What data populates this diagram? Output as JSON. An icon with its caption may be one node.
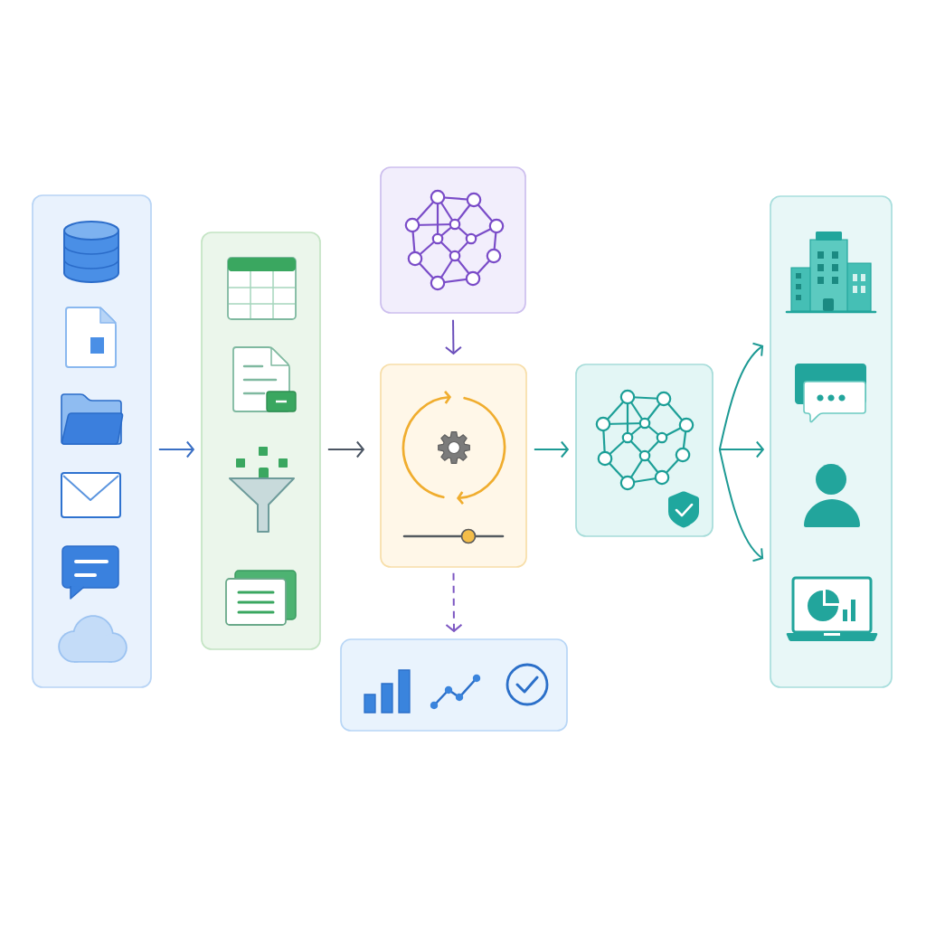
{
  "diagram": {
    "nodes": [
      {
        "text": [],
        "shape": "box"
      },
      {
        "text": [],
        "shape": "box"
      },
      {
        "text": [],
        "shape": "box"
      },
      {
        "text": [],
        "shape": "box"
      },
      {
        "text": [],
        "shape": "box"
      },
      {
        "text": [],
        "shape": "box"
      },
      {
        "text": [],
        "shape": "box"
      }
    ],
    "edges": [
      {
        "from": 0,
        "to": 1,
        "arrow": "to",
        "color": "#3a6fc4"
      },
      {
        "from": 1,
        "to": 3,
        "arrow": "to",
        "color": "#4b5563"
      },
      {
        "from": 2,
        "to": 3,
        "arrow": "to",
        "color": "#6b4fbb"
      },
      {
        "from": 3,
        "to": 4,
        "arrow": "to",
        "style": "dashed",
        "color": "#7c56c2"
      },
      {
        "from": 3,
        "to": 5,
        "arrow": "to"
      },
      {
        "from": 5,
        "to": 6,
        "arrow": "to"
      },
      {
        "from": 5,
        "to": 6,
        "arrow": "to"
      },
      {
        "from": 5,
        "to": 6,
        "arrow": "to"
      }
    ]
  }
}
